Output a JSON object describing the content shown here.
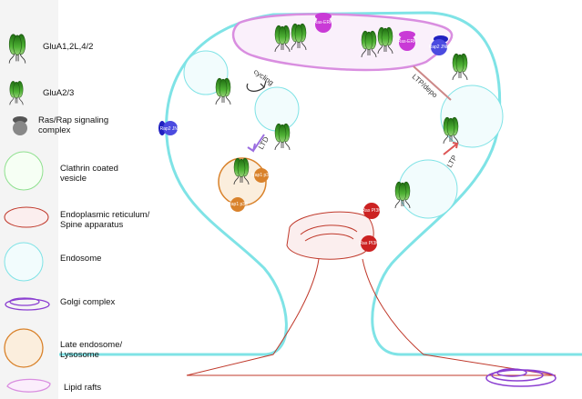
{
  "legend": [
    {
      "label": "GluA1,2L,4/2",
      "icon": "glua1-receptor-icon"
    },
    {
      "label": "GluA2/3",
      "icon": "glua2-receptor-icon"
    },
    {
      "label": "Ras/Rap signaling complex",
      "icon": "signaling-complex-icon"
    },
    {
      "label": "Clathrin coated vesicle",
      "icon": "clathrin-vesicle-icon"
    },
    {
      "label": "Endoplasmic reticulum/ Spine apparatus",
      "icon": "er-icon"
    },
    {
      "label": "Endosome",
      "icon": "endosome-icon"
    },
    {
      "label": "Golgi complex",
      "icon": "golgi-icon"
    },
    {
      "label": "Late endosome/ Lysosome",
      "icon": "lysosome-icon"
    },
    {
      "label": "Lipid rafts",
      "icon": "lipid-raft-icon"
    }
  ],
  "diagram": {
    "arrows": {
      "cycling": "cycling",
      "ltd": "LTD",
      "ltp_depo": "LTP/depo",
      "ltp": "LTP"
    },
    "complexes": {
      "ras_erk": "Ras-ERK",
      "rap2_jnk": "Rap2 JNK",
      "rap1_p38": "Rap1 p38",
      "ras_pi3k": "Ras PI3K"
    },
    "colors": {
      "membrane": "#7fe3e6",
      "lipid_raft": "#d98ee0",
      "er": "#c0392b",
      "receptor": "#2e8b1e",
      "ras_erk": "#c93ad6",
      "rap2_jnk": "#2b2bd8",
      "rap1_p38": "#d9822b",
      "ras_pi3k": "#cc2222"
    }
  }
}
